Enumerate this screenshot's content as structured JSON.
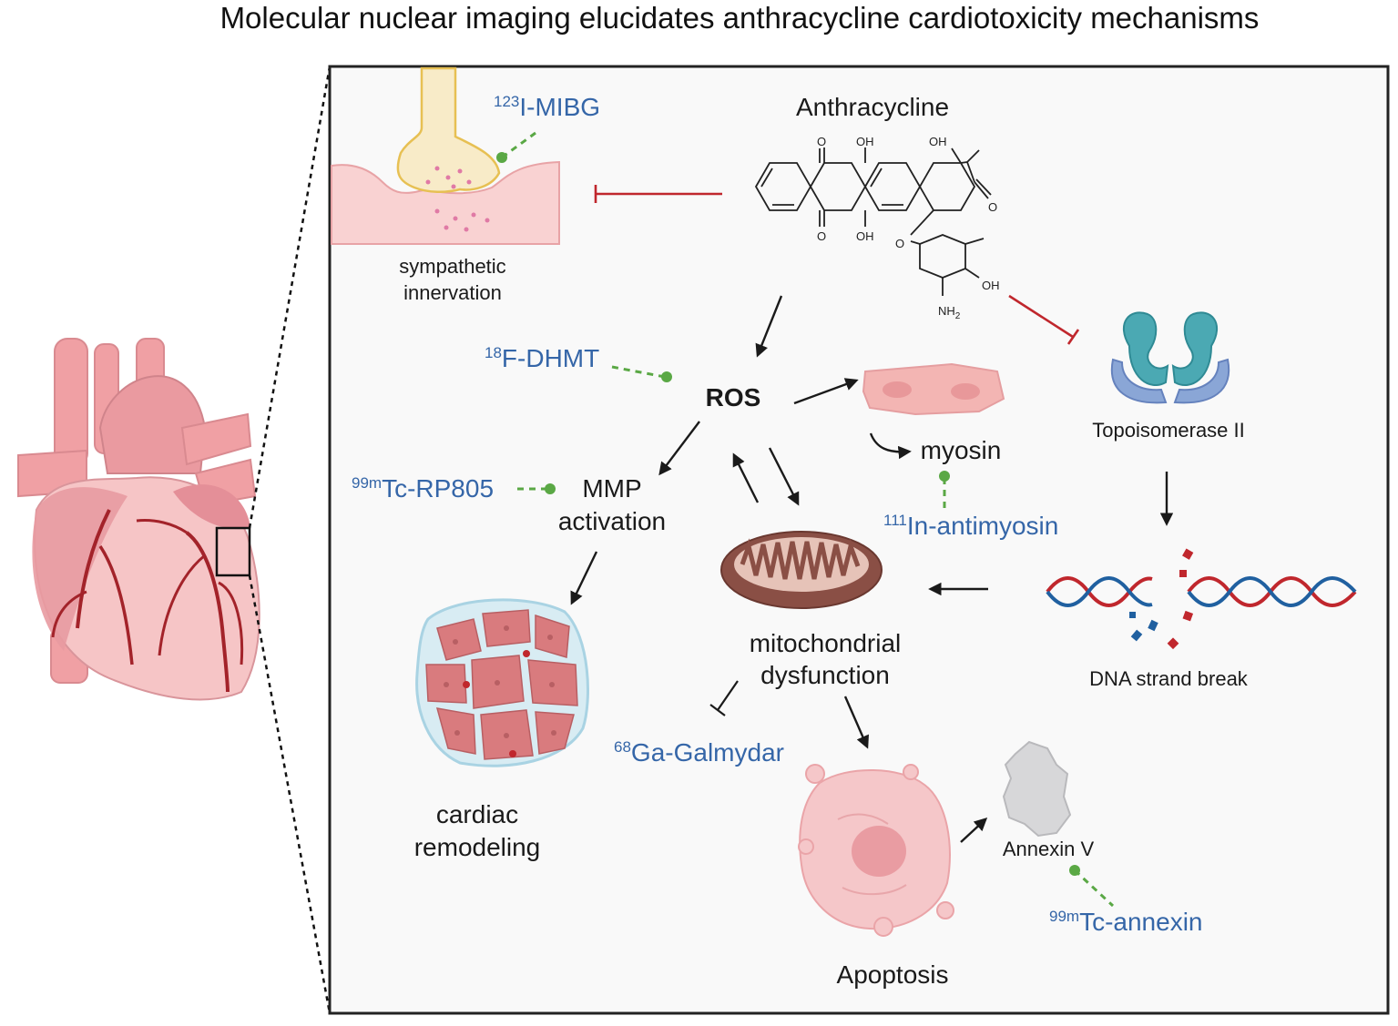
{
  "title": "Molecular nuclear imaging elucidates anthracycline cardiotoxicity mechanisms",
  "nodes": {
    "anthracycline": "Anthracycline",
    "ros": "ROS",
    "sympathetic_line1": "sympathetic",
    "sympathetic_line2": "innervation",
    "topoisomerase": "Topoisomerase II",
    "dna": "DNA strand break",
    "myosin": "myosin",
    "mmp_line1": "MMP",
    "mmp_line2": "activation",
    "mito_line1": "mitochondrial",
    "mito_line2": "dysfunction",
    "remodel_line1": "cardiac",
    "remodel_line2": "remodeling",
    "apoptosis": "Apoptosis",
    "annexin": "Annexin V"
  },
  "tracers": {
    "mibg": {
      "sup": "123",
      "name": "I-MIBG"
    },
    "dhmt": {
      "sup": "18",
      "name": "F-DHMT"
    },
    "rp805": {
      "sup": "99m",
      "name": "Tc-RP805"
    },
    "antimyosin": {
      "sup": "111",
      "name": "In-antimyosin"
    },
    "galmydar": {
      "sup": "68",
      "name": "Ga-Galmydar"
    },
    "annexin": {
      "sup": "99m",
      "name": "Tc-annexin"
    }
  },
  "molecule": {
    "atoms": {
      "o": "O",
      "oh": "OH",
      "nh2": "NH",
      "nh2_sub": "2"
    }
  },
  "colors": {
    "tracer_blue": "#3566a8",
    "probe_green": "#5aa845",
    "inhibit_red": "#c0272d",
    "heart_pink": "#f2a8a8",
    "vessel_red": "#a3232a"
  }
}
